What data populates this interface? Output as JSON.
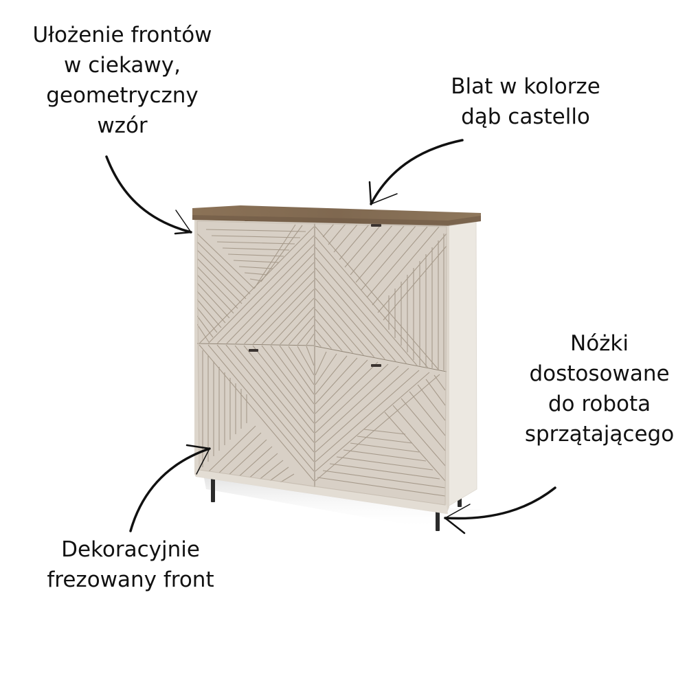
{
  "product": {
    "type": "sideboard-cabinet",
    "colors": {
      "body": "#ddd6cc",
      "front": "#d8d0c6",
      "side_panel": "#ece8e1",
      "top_oak": "#8a7258",
      "top_edge": "#6e5944",
      "groove": "#a69a8b",
      "handle": "#3a3330",
      "legs": "#2b2b2b",
      "arrow": "#111111",
      "background": "#ffffff"
    }
  },
  "annotations": {
    "fronts_layout": {
      "lines": [
        "Ułożenie frontów",
        "w ciekawy,",
        "geometryczny",
        "wzór"
      ]
    },
    "countertop": {
      "lines": [
        "Blat w kolorze",
        "dąb castello"
      ]
    },
    "legs": {
      "lines": [
        "Nóżki",
        "dostosowane",
        "do robota",
        "sprzątającego"
      ]
    },
    "decorative_front": {
      "lines": [
        "Dekoracyjnie",
        "frezowany front"
      ]
    }
  }
}
